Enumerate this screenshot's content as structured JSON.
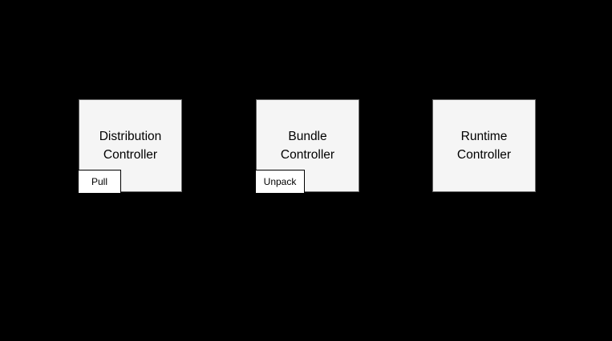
{
  "colors": {
    "background": "#000000",
    "node_fill": "#f5f5f5",
    "node_border": "#666666",
    "tab_fill": "#ffffff",
    "tab_border": "#000000",
    "text": "#000000"
  },
  "nodes": [
    {
      "label": "Distribution\nController",
      "tab": "Pull"
    },
    {
      "label": "Bundle\nController",
      "tab": "Unpack"
    },
    {
      "label": "Runtime\nController"
    }
  ]
}
